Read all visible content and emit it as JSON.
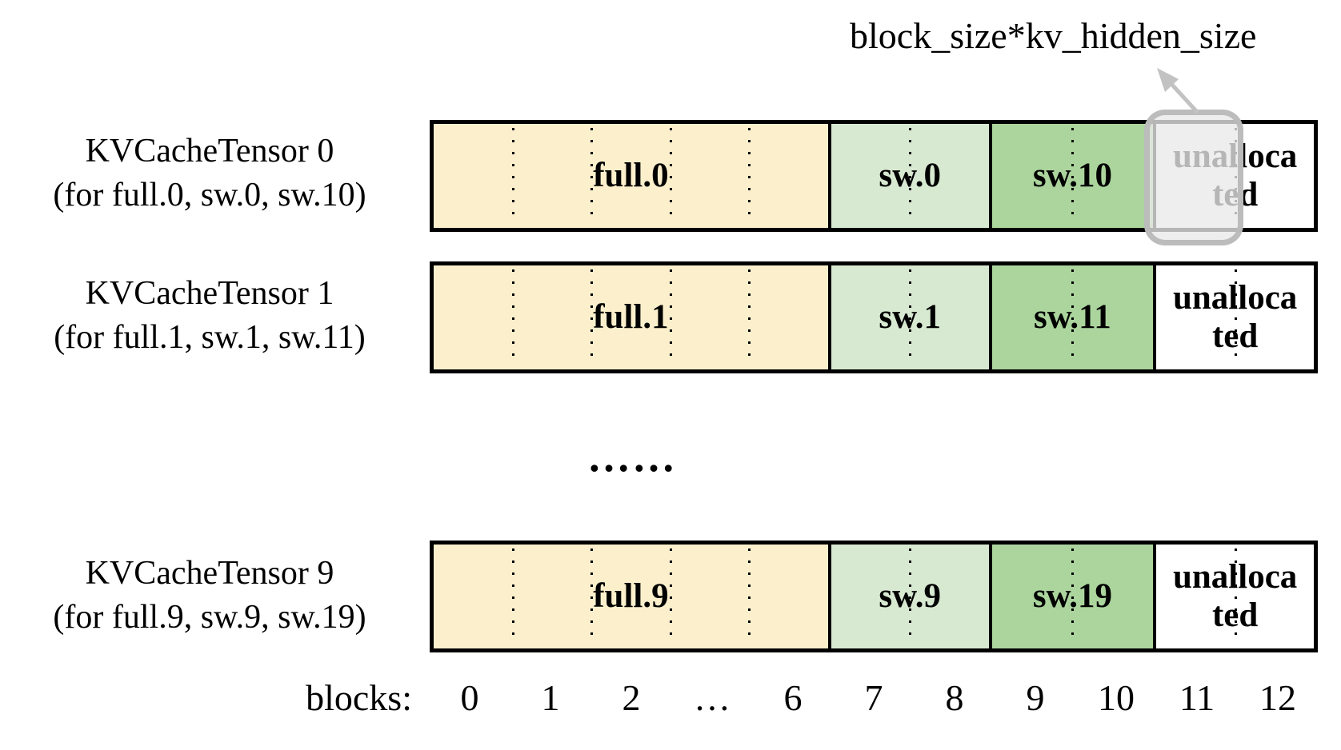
{
  "annotation": {
    "label": "block_size*kv_hidden_size"
  },
  "rows": [
    {
      "title": "KVCacheTensor 0",
      "subtitle": "(for full.0, sw.0, sw.10)",
      "sections": [
        {
          "label": "full.0"
        },
        {
          "label": "sw.0"
        },
        {
          "label": "sw.10"
        },
        {
          "lines": [
            "unalloca",
            "ted"
          ]
        }
      ]
    },
    {
      "title": "KVCacheTensor 1",
      "subtitle": "(for full.1, sw.1, sw.11)",
      "sections": [
        {
          "label": "full.1"
        },
        {
          "label": "sw.1"
        },
        {
          "label": "sw.11"
        },
        {
          "lines": [
            "unalloca",
            "ted"
          ]
        }
      ]
    },
    {
      "title": "KVCacheTensor 9",
      "subtitle": "(for full.9, sw.9, sw.19)",
      "sections": [
        {
          "label": "full.9"
        },
        {
          "label": "sw.9"
        },
        {
          "label": "sw.19"
        },
        {
          "lines": [
            "unalloca",
            "ted"
          ]
        }
      ]
    }
  ],
  "ellipsis": "……",
  "axis": {
    "title": "blocks:",
    "labels": [
      "0",
      "1",
      "2",
      "…",
      "6",
      "7",
      "8",
      "9",
      "10",
      "11",
      "12"
    ]
  },
  "colors": {
    "full": "#FCF0CC",
    "sw_light": "#D8E9D2",
    "sw_dark": "#ABD59D",
    "unallocated": "#FFFFFF",
    "border": "#000000",
    "highlight_fill": "#E9E9E9",
    "highlight_border": "#BDBDBD",
    "arrow": "#C2C2C2"
  }
}
